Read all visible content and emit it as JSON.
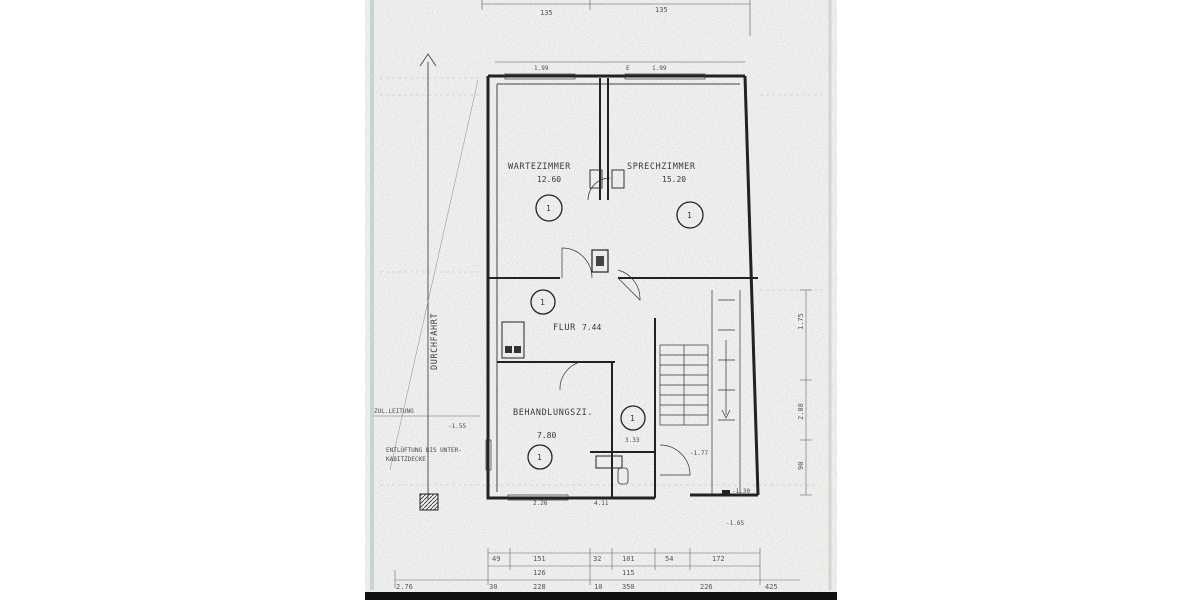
{
  "rooms": {
    "wartezimmer": {
      "name": "WARTEZIMMER",
      "area": "12.60"
    },
    "sprechzimmer": {
      "name": "SPRECHZIMMER",
      "area": "15.20"
    },
    "flur": {
      "name": "FLUR",
      "area": "7.44"
    },
    "behandlungszi": {
      "name": "BEHANDLUNGSZI.",
      "area": "7.80"
    },
    "wc": {
      "area": "3.33"
    }
  },
  "circle_marks": [
    "1",
    "1",
    "1",
    "1",
    "1"
  ],
  "labels": {
    "durchfahrt": "DURCHFAHRT",
    "zuleitung": "ZUL.LEITUNG",
    "entlueftung_1": "ENTLÜFTUNG BIS UNTER-",
    "entlueftung_2": "KABITZDECKE",
    "level_1": "-1.55",
    "level_2": "-1.30",
    "level_3": "-1.65",
    "level_4": "-1.77",
    "window_left": "2.26",
    "window_right": "4.11",
    "arrow_label": "E"
  },
  "dimensions": {
    "top": [
      "135",
      "135",
      "1.99",
      "1.99"
    ],
    "bottom_row1": [
      "49",
      "151",
      "32",
      "101",
      "54",
      "172"
    ],
    "bottom_row2": [
      "126",
      "115"
    ],
    "bottom_row3": [
      "2.76",
      "30",
      "228",
      "10",
      "350",
      "226",
      "425"
    ],
    "right_side": [
      "1.75",
      "2.08",
      "90"
    ]
  }
}
